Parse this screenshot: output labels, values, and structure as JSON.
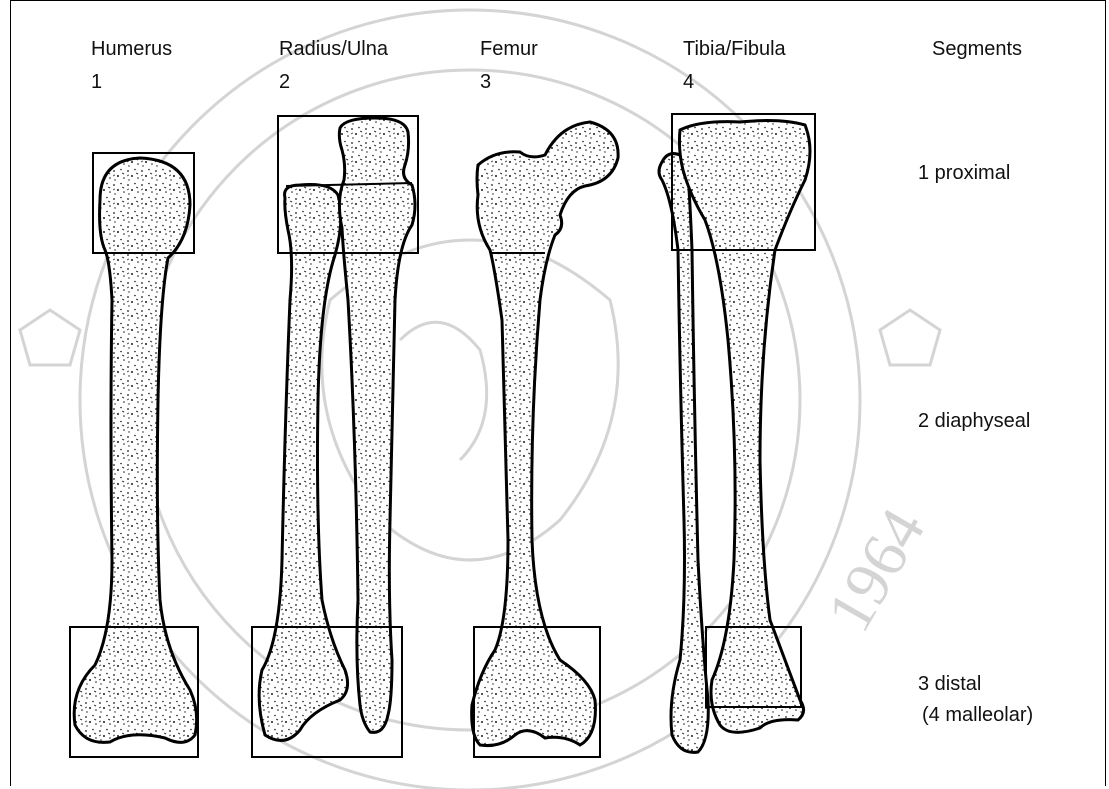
{
  "columns": [
    {
      "name": "Humerus",
      "number": "1"
    },
    {
      "name": "Radius/Ulna",
      "number": "2"
    },
    {
      "name": "Femur",
      "number": "3"
    },
    {
      "name": "Tibia/Fibula",
      "number": "4"
    }
  ],
  "segments": {
    "title": "Segments",
    "proximal": "1 proximal",
    "diaphyseal": "2 diaphyseal",
    "distal": "3 distal",
    "malleolar": "(4 malleolar)"
  },
  "watermark": {
    "year": "1964",
    "colors": {
      "ink": "#000000",
      "watermark": "#cfcfcf",
      "stipple": "#1a1a1a"
    }
  }
}
